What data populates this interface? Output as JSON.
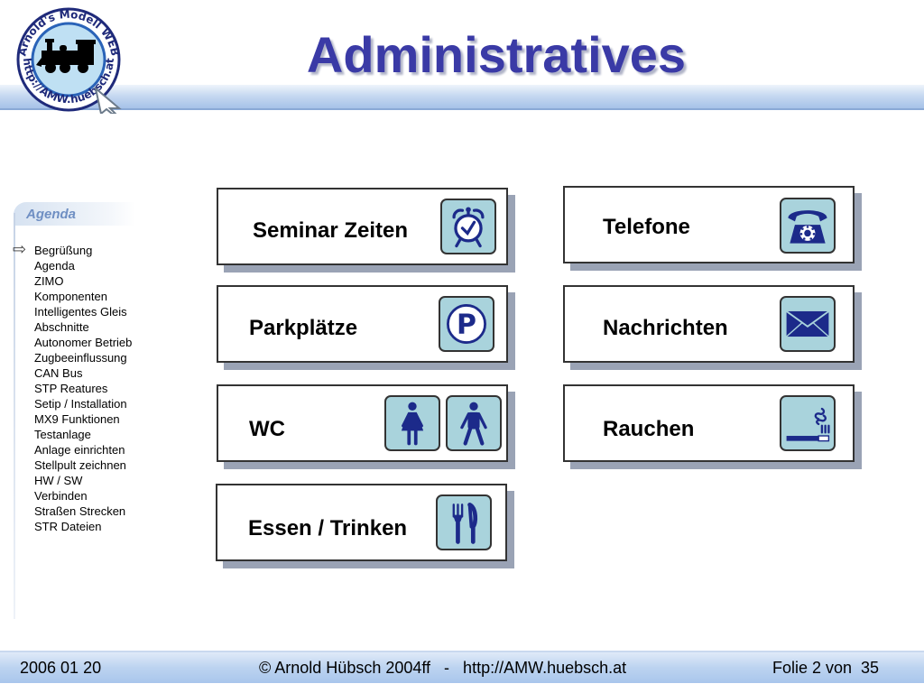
{
  "logo": {
    "line1": "Arnold's Modell WEB",
    "line2": "http://AMW.huebsch.at"
  },
  "title": "Administratives",
  "agenda": {
    "heading": "Agenda",
    "items": [
      "Begrüßung",
      "Agenda",
      "ZIMO",
      "Komponenten",
      "Intelligentes Gleis",
      "Abschnitte",
      "Autonomer Betrieb",
      "Zugbeeinflussung",
      "CAN Bus",
      "STP Reatures",
      "Setip / Installation",
      "MX9 Funktionen",
      "Testanlage",
      "Anlage einrichten",
      "Stellpult zeichnen",
      "HW / SW",
      "Verbinden",
      "Straßen Strecken",
      "STR Dateien"
    ],
    "active_index": 0
  },
  "cards": {
    "seminar": "Seminar Zeiten",
    "parking": "Parkplätze",
    "wc": "WC",
    "food": "Essen / Trinken",
    "phone": "Telefone",
    "messages": "Nachrichten",
    "smoking": "Rauchen",
    "parking_letter": "P"
  },
  "footer": {
    "date": "2006 01 20",
    "copyright": "© Arnold Hübsch 2004ff   -   http://AMW.huebsch.at",
    "slide": "Folie 2 von  35"
  },
  "colors": {
    "title": "#3a3aa6",
    "icon_bg": "#a9d3dc",
    "icon_fg": "#1c2a8a",
    "band": "#a6c2e8"
  }
}
